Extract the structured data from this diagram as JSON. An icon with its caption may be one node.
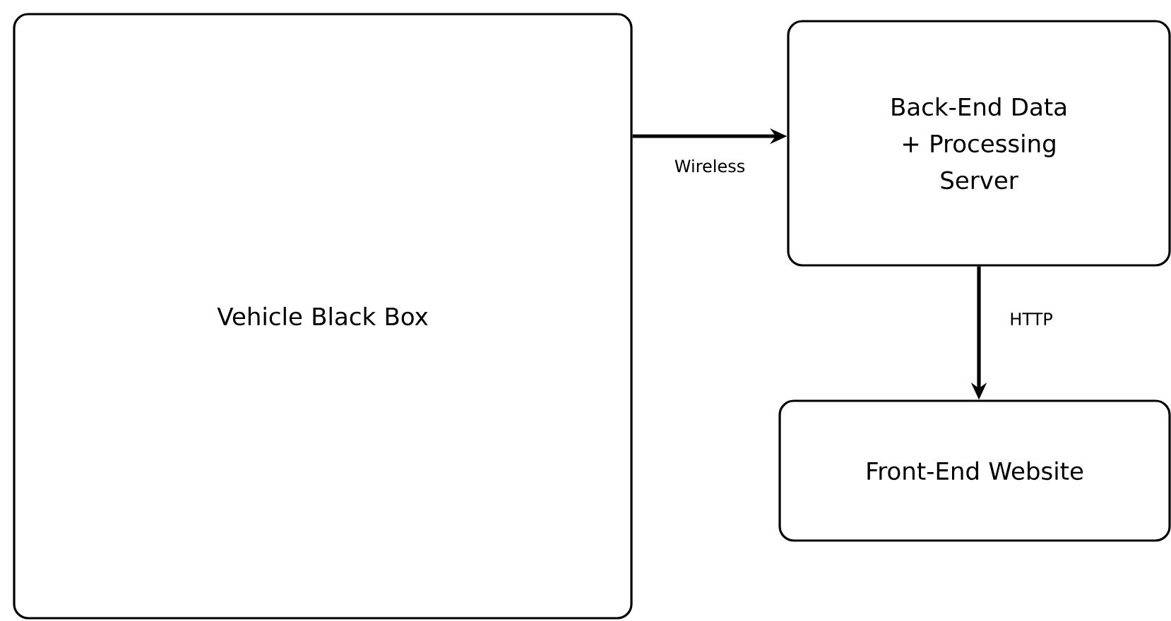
{
  "diagram": {
    "nodes": [
      {
        "text": [
          "Vehicle Black Box"
        ]
      },
      {
        "text": [
          "Back-End Data + Processing Server"
        ]
      },
      {
        "text": [
          "Front-End Website"
        ]
      }
    ],
    "edges": [
      {
        "from": 0,
        "to": 1,
        "arrow": "to",
        "label": "Wireless"
      },
      {
        "from": 1,
        "to": 2,
        "arrow": "to",
        "label": "HTTP"
      }
    ]
  }
}
